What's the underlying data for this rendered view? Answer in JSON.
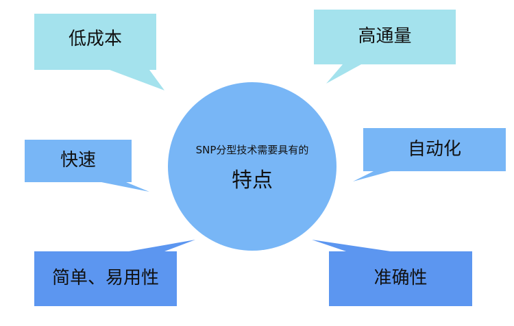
{
  "center": {
    "subtitle": "SNP分型技术需要具有的",
    "title": "特点",
    "color": "#78b6f6"
  },
  "features": [
    {
      "label": "低成本",
      "color": "#a4e2ed"
    },
    {
      "label": "高通量",
      "color": "#a4e2ed"
    },
    {
      "label": "快速",
      "color": "#78b6f6"
    },
    {
      "label": "自动化",
      "color": "#78b6f6"
    },
    {
      "label": "简单、易用性",
      "color": "#5c96f0"
    },
    {
      "label": "准确性",
      "color": "#5c96f0"
    }
  ]
}
